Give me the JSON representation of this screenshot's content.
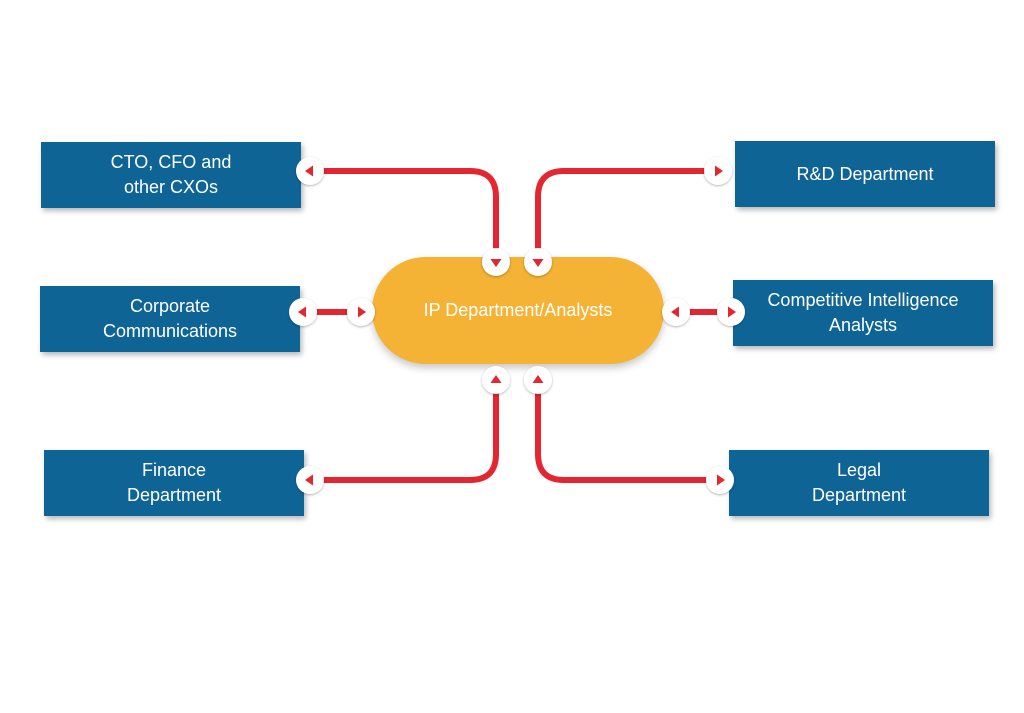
{
  "hub": {
    "label": "IP Department/Analysts",
    "color": "#f5b335"
  },
  "departments": {
    "cxo": {
      "line1": "CTO, CFO and",
      "line2": "other CXOs"
    },
    "rnd": {
      "line1": "R&D Department"
    },
    "corp_comm": {
      "line1": "Corporate",
      "line2": "Communications"
    },
    "ci": {
      "line1": "Competitive Intelligence",
      "line2": "Analysts"
    },
    "finance": {
      "line1": "Finance",
      "line2": "Department"
    },
    "legal": {
      "line1": "Legal",
      "line2": "Department"
    }
  },
  "colors": {
    "box": "#0f6496",
    "connector": "#e3262f",
    "badge": "#ffffff"
  }
}
